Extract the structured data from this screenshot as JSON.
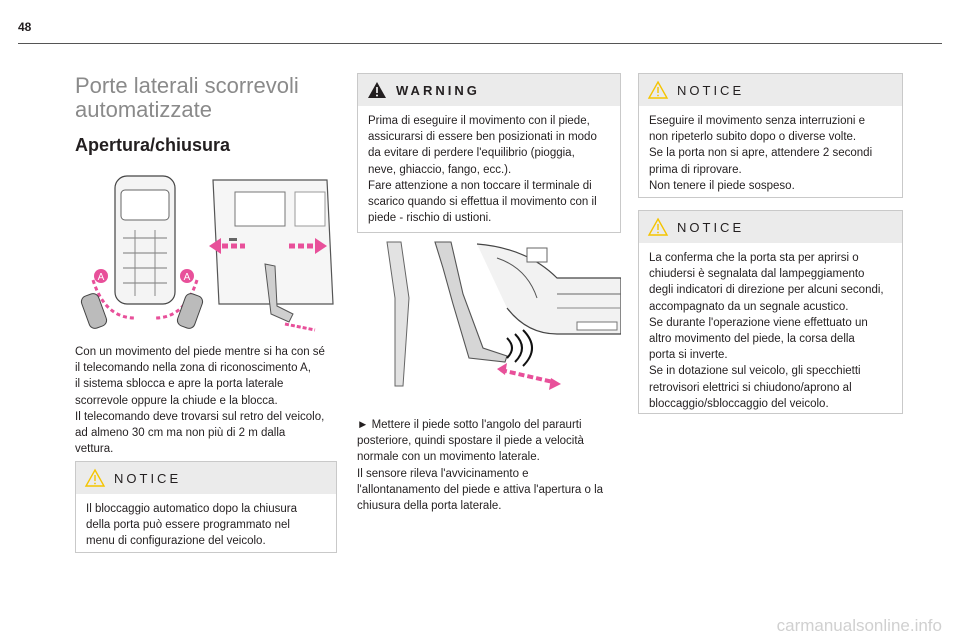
{
  "page": {
    "number": "48",
    "watermark": "carmanualsonline.info"
  },
  "title": "Porte laterali scorrevoli automatizzate",
  "subtitle": "Apertura/chiusura",
  "figure_left": {
    "marker": "A"
  },
  "col1": {
    "text_lines": [
      "Con un movimento del piede mentre si ha con sé",
      "il telecomando nella zona di riconoscimento A,",
      "il sistema sblocca e apre la porta laterale",
      "scorrevole oppure la chiude e la blocca.",
      "Il telecomando deve trovarsi sul retro del veicolo,",
      "ad almeno 30 cm ma non più di 2 m dalla",
      "vettura."
    ],
    "notice": {
      "heading": "NOTICE",
      "lines": [
        "Il bloccaggio automatico dopo la chiusura",
        "della porta può essere programmato nel",
        "menu di configurazione del veicolo."
      ]
    }
  },
  "col2": {
    "warning": {
      "heading": "WARNING",
      "lines": [
        "Prima di eseguire il movimento con il piede,",
        "assicurarsi di essere ben posizionati in modo",
        "da evitare di perdere l'equilibrio (pioggia,",
        "neve, ghiaccio, fango, ecc.).",
        "Fare attenzione a non toccare il terminale di",
        "scarico quando si effettua il movimento con il",
        "piede - rischio di ustioni."
      ]
    },
    "text_lines": [
      "► Mettere il piede sotto l'angolo del paraurti",
      "posteriore, quindi spostare il piede a velocità",
      "normale con un movimento laterale.",
      "Il sensore rileva l'avvicinamento e",
      "l'allontanamento del piede e attiva l'apertura o la",
      "chiusura della porta laterale."
    ]
  },
  "col3": {
    "notice1": {
      "heading": "NOTICE",
      "lines": [
        "Eseguire il movimento senza interruzioni e",
        "non ripeterlo subito dopo o diverse volte.",
        "Se la porta non si apre, attendere 2 secondi",
        "prima di riprovare.",
        "Non tenere il piede sospeso."
      ]
    },
    "notice2": {
      "heading": "NOTICE",
      "lines": [
        "La conferma che la porta sta per aprirsi o",
        "chiudersi è segnalata dal lampeggiamento",
        "degli indicatori di direzione per alcuni secondi,",
        "accompagnato da un segnale acustico.",
        "Se durante l'operazione viene effettuato un",
        "altro movimento del piede, la corsa della",
        "porta si inverte.",
        "Se in dotazione sul veicolo, gli specchietti",
        "retrovisori elettrici si chiudono/aprono al",
        "bloccaggio/sbloccaggio del veicolo."
      ]
    }
  },
  "colors": {
    "accent_pink": "#e8509a",
    "notice_yellow": "#f5c400",
    "box_header": "#ebebeb"
  }
}
